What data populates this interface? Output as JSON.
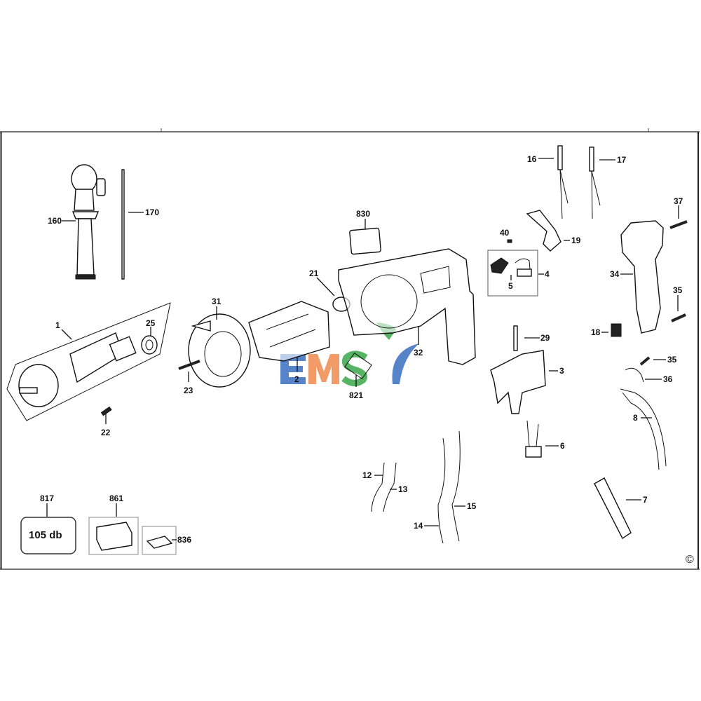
{
  "diagram": {
    "labels": {
      "p160": "160",
      "p170": "170",
      "p1": "1",
      "p25": "25",
      "p31": "31",
      "p23": "23",
      "p22": "22",
      "p2": "2",
      "p21": "21",
      "p830": "830",
      "p821": "821",
      "p32": "32",
      "p40": "40",
      "p19": "19",
      "p4": "4",
      "p5": "5",
      "p16": "16",
      "p17": "17",
      "p37": "37",
      "p34": "34",
      "p35a": "35",
      "p18": "18",
      "p35b": "35",
      "p36": "36",
      "p29": "29",
      "p3": "3",
      "p8": "8",
      "p6": "6",
      "p7": "7",
      "p12": "12",
      "p13": "13",
      "p15": "15",
      "p14": "14",
      "p817": "817",
      "p861": "861",
      "p836": "836"
    },
    "noise_label": "105 db",
    "copyright": "©",
    "watermark": {
      "text": "EMS",
      "colors": {
        "E": "#3a6fc0",
        "M": "#f08a50",
        "S": "#3aa84a"
      }
    }
  }
}
